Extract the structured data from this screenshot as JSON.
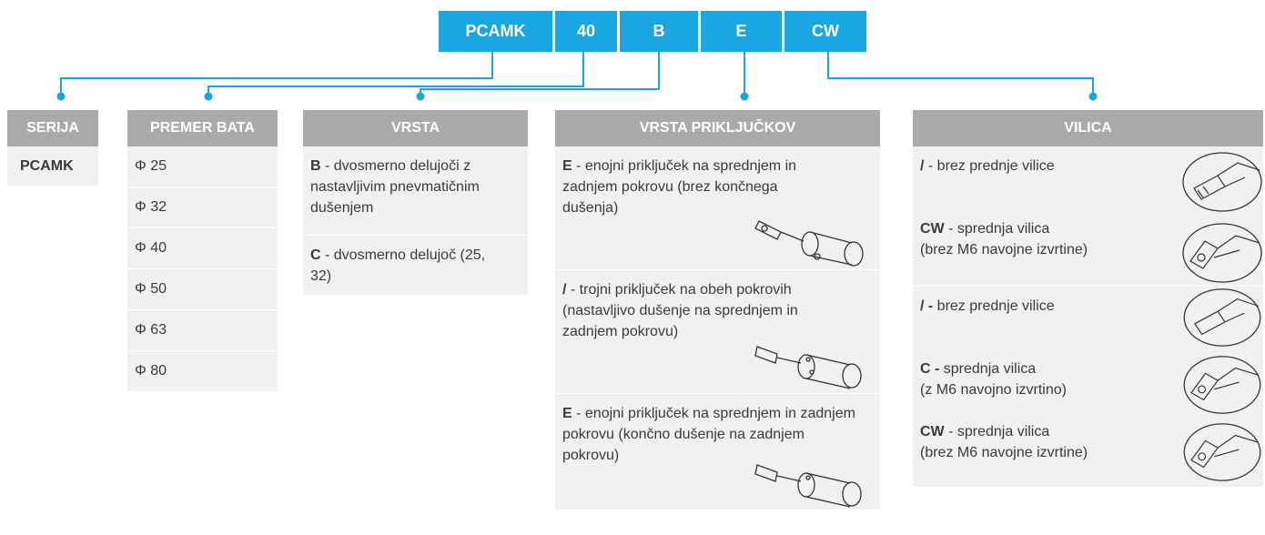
{
  "code": [
    "PCAMK",
    "40",
    "B",
    "E",
    "CW"
  ],
  "colors": {
    "accent": "#1aa6e0",
    "header_bg": "#a9aaab",
    "cell_bg": "#f1f1f1"
  },
  "columns": {
    "serija": {
      "header": "SERIJA",
      "value": "PCAMK"
    },
    "premer": {
      "header": "PREMER BATA",
      "items": [
        "Φ 25",
        "Φ 32",
        "Φ 40",
        "Φ 50",
        "Φ 63",
        "Φ 80"
      ]
    },
    "vrsta": {
      "header": "VRSTA",
      "items": [
        {
          "code": "B",
          "text": " - dvosmerno delujoči z nastavljivim pnevmatičnim dušenjem"
        },
        {
          "code": "C",
          "text": " - dvosmerno delujoč (25, 32)"
        }
      ]
    },
    "prikljucki": {
      "header": "VRSTA PRIKLJUČKOV",
      "items": [
        {
          "code": "E",
          "text": " - enojni priključek na sprednjem in zadnjem pokrovu (brez končnega dušenja)",
          "image": "cylinder-icon"
        },
        {
          "code": "/",
          "text": " - trojni priključek na obeh pokrovih (nastavljivo dušenje na sprednjem in zadnjem pokrovu)",
          "image": "cylinder-icon"
        },
        {
          "code": "E",
          "text": " - enojni priključek na sprednjem in zadnjem pokrovu (končno dušenje na zadnjem pokrovu)",
          "image": "cylinder-icon"
        }
      ]
    },
    "vilica": {
      "header": "VILICA",
      "items": [
        {
          "code": "/",
          "text": " - brez prednje vilice",
          "image": "rod-end-icon"
        },
        {
          "code": "CW",
          "text": " - sprednja vilica",
          "text2": "(brez M6 navojne izvrtine)",
          "image": "clevis-icon"
        },
        {
          "code": "/ -",
          "text": " brez prednje vilice",
          "image": "rod-end-icon"
        },
        {
          "code": "C -",
          "text": " sprednja vilica",
          "text2": "(z M6 navojno izvrtino)",
          "image": "clevis-icon"
        },
        {
          "code": "CW",
          "text": " - sprednja vilica",
          "text2": "(brez M6 navojne izvrtine)",
          "image": "clevis-icon"
        }
      ]
    }
  }
}
